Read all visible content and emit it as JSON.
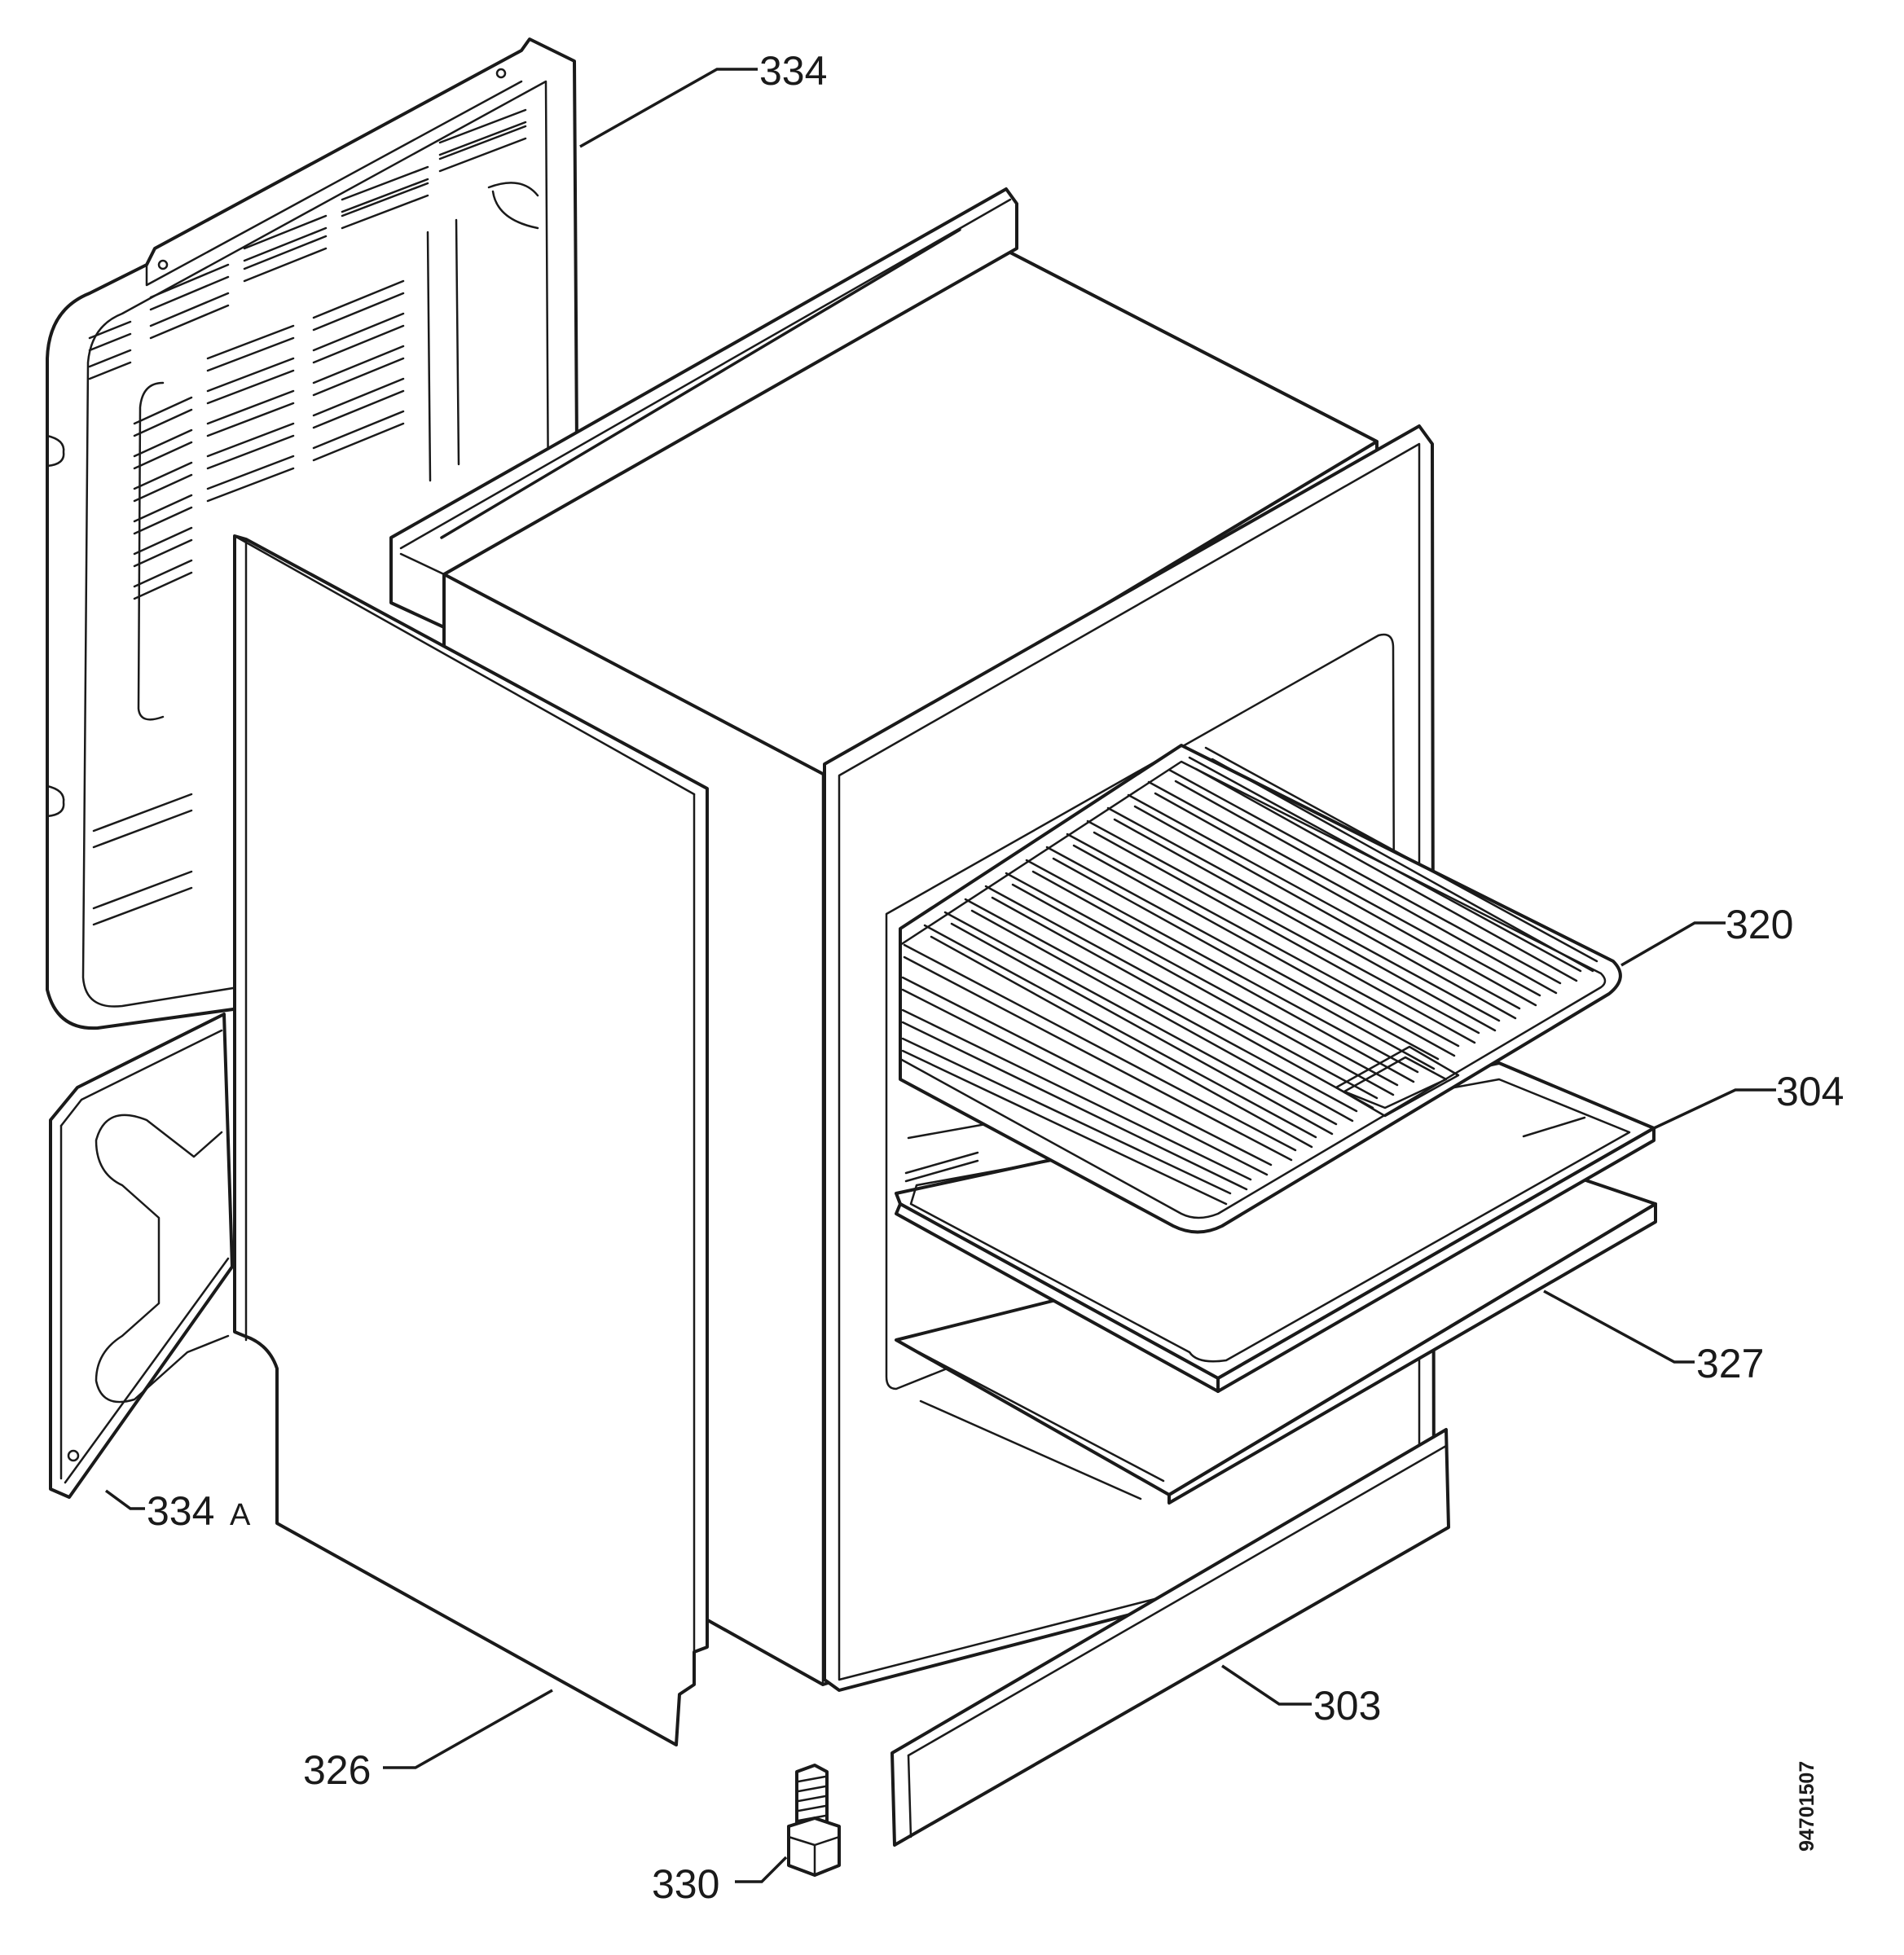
{
  "diagram": {
    "callouts": {
      "back_panel": "334",
      "lower_back_panel_number": "334",
      "lower_back_panel_suffix": "A",
      "oven_shelf": "320",
      "drip_tray": "304",
      "bottom_shelf": "327",
      "side_panel": "326",
      "bottom_trim_strip": "303",
      "screw": "330"
    },
    "document_number": "94701507",
    "line_color": "#1a1a1a",
    "background_color": "#ffffff"
  }
}
